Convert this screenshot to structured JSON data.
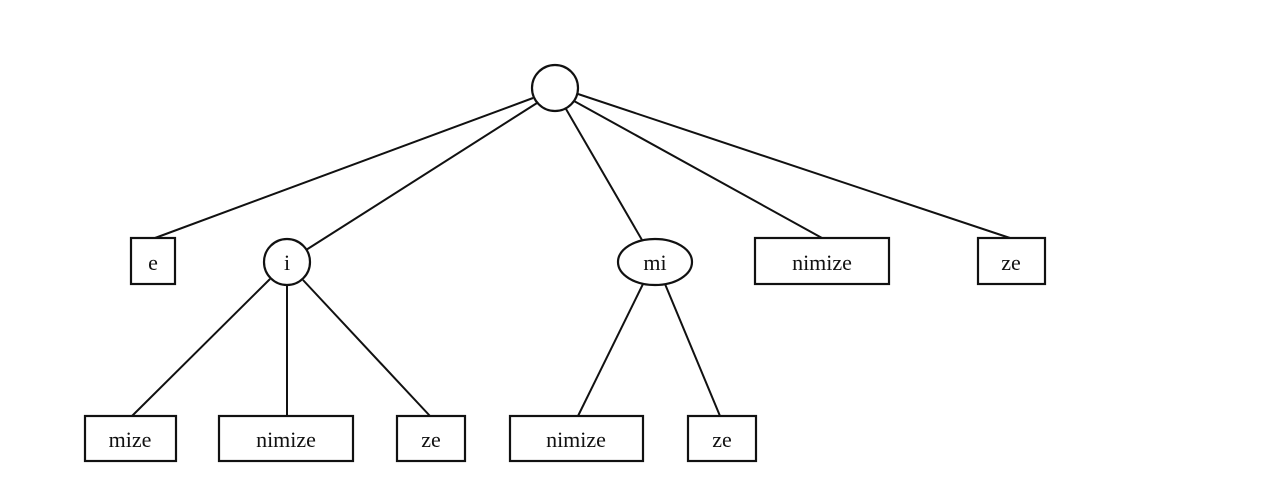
{
  "tree": {
    "root": {
      "label": ""
    },
    "level1": [
      {
        "label": "e",
        "shape": "box"
      },
      {
        "label": "i",
        "shape": "circle"
      },
      {
        "label": "mi",
        "shape": "ellipse"
      },
      {
        "label": "nimize",
        "shape": "box"
      },
      {
        "label": "ze",
        "shape": "box"
      }
    ],
    "i_children": [
      {
        "label": "mize"
      },
      {
        "label": "nimize"
      },
      {
        "label": "ze"
      }
    ],
    "mi_children": [
      {
        "label": "nimize"
      },
      {
        "label": "ze"
      }
    ]
  }
}
